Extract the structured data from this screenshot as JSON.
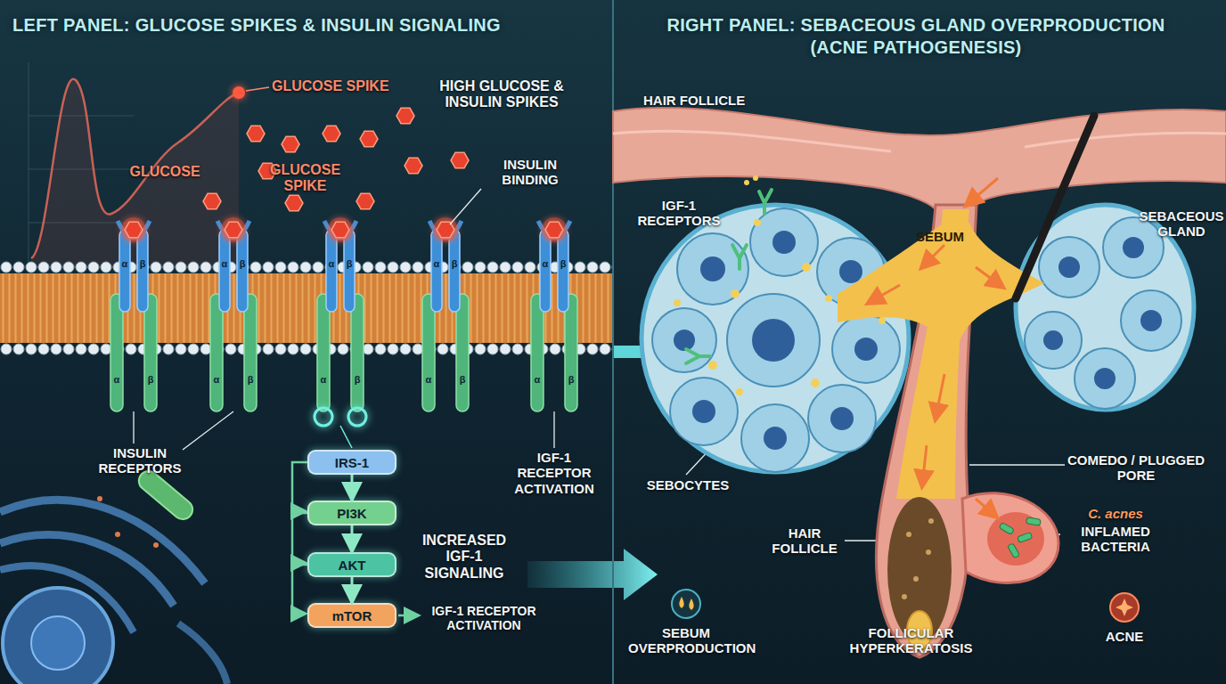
{
  "diagram": {
    "nodes": [
      {
        "text": [
          "LEFT PANEL: GLUCOSE SPIKES & INSULIN SIGNALING"
        ]
      },
      {
        "text": [
          "IRS-1"
        ],
        "in": 0
      },
      {
        "text": [
          "PI3K"
        ],
        "in": 0
      },
      {
        "text": [
          "AKT"
        ],
        "in": 0
      },
      {
        "text": [
          "mTOR"
        ],
        "in": 0
      },
      {
        "text": [
          "RIGHT PANEL: SEBACEOUS GLAND OVERPRODUCTION (ACNE PATHOGENESIS)"
        ]
      }
    ],
    "edges": [
      {
        "from": 1,
        "to": 2,
        "arrow": "to"
      },
      {
        "from": 2,
        "to": 3,
        "arrow": "to"
      },
      {
        "from": 3,
        "to": 4,
        "arrow": "to"
      }
    ],
    "labels": [
      "GLUCOSE SPIKE",
      "HIGH GLUCOSE & INSULIN SPIKES",
      "GLUCOSE",
      "GLUCOSE SPIKE",
      "INSULIN BINDING",
      "INSULIN RECEPTORS",
      "IGF-1 RECEPTOR ACTIVATION",
      "INCREASED IGF-1 SIGNALING",
      "IGF-1 RECEPTOR ACTIVATION",
      "HAIR FOLLICLE",
      "IGF-1 RECEPTORS",
      "SEBACEOUS GLAND",
      "SEBUM",
      "COMEDO / PLUGGED PORE",
      "SEBOCYTES",
      "HAIR FOLLICLE",
      "C. acnes",
      "INFLAMED BACTERIA",
      "SEBUM OVERPRODUCTION",
      "FOLLICULAR HYPERKERATOSIS",
      "ACNE",
      "α",
      "β",
      "α",
      "β",
      "α",
      "β",
      "α",
      "β",
      "α",
      "β",
      "α",
      "β",
      "α",
      "β",
      "α",
      "β",
      "α",
      "β",
      "α",
      "β"
    ]
  }
}
